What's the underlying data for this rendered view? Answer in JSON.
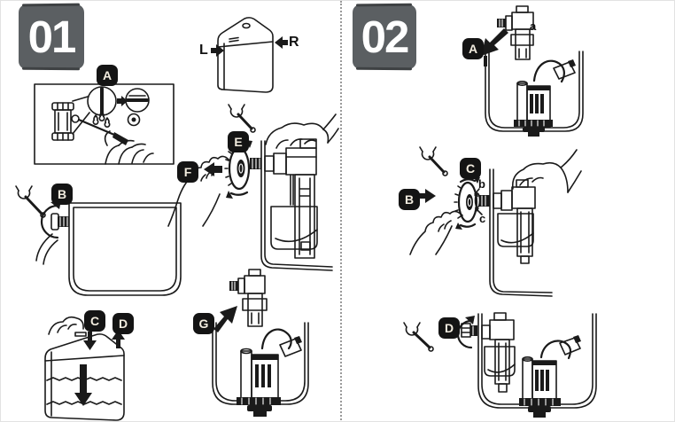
{
  "colors": {
    "background": "#ffffff",
    "line_art": "#1a1a1a",
    "panel_number_bg": "#5b5f62",
    "panel_number_text": "#ffffff",
    "badge_bg": "#141414",
    "badge_text": "#f2ecdf",
    "separator_dots": "#9a9a9a"
  },
  "panel01": {
    "number": "01",
    "badges": {
      "A": "A",
      "B": "B",
      "C": "C",
      "D": "D",
      "E": "E",
      "F": "F",
      "G": "G"
    },
    "cistern_side_labels": {
      "left": "L",
      "right": "R"
    }
  },
  "panel02": {
    "number": "02",
    "badges": {
      "A": "A",
      "B": "B",
      "C": "C",
      "D": "D"
    },
    "part_labels": {
      "a": "a",
      "b": "b",
      "c": "c"
    }
  },
  "icons": {
    "wrench": "open-end-wrench",
    "rotation_arrow": "curved-rotation-arrow",
    "direction_arrow": "solid-black-arrow",
    "water_drops": "three-water-drops"
  }
}
